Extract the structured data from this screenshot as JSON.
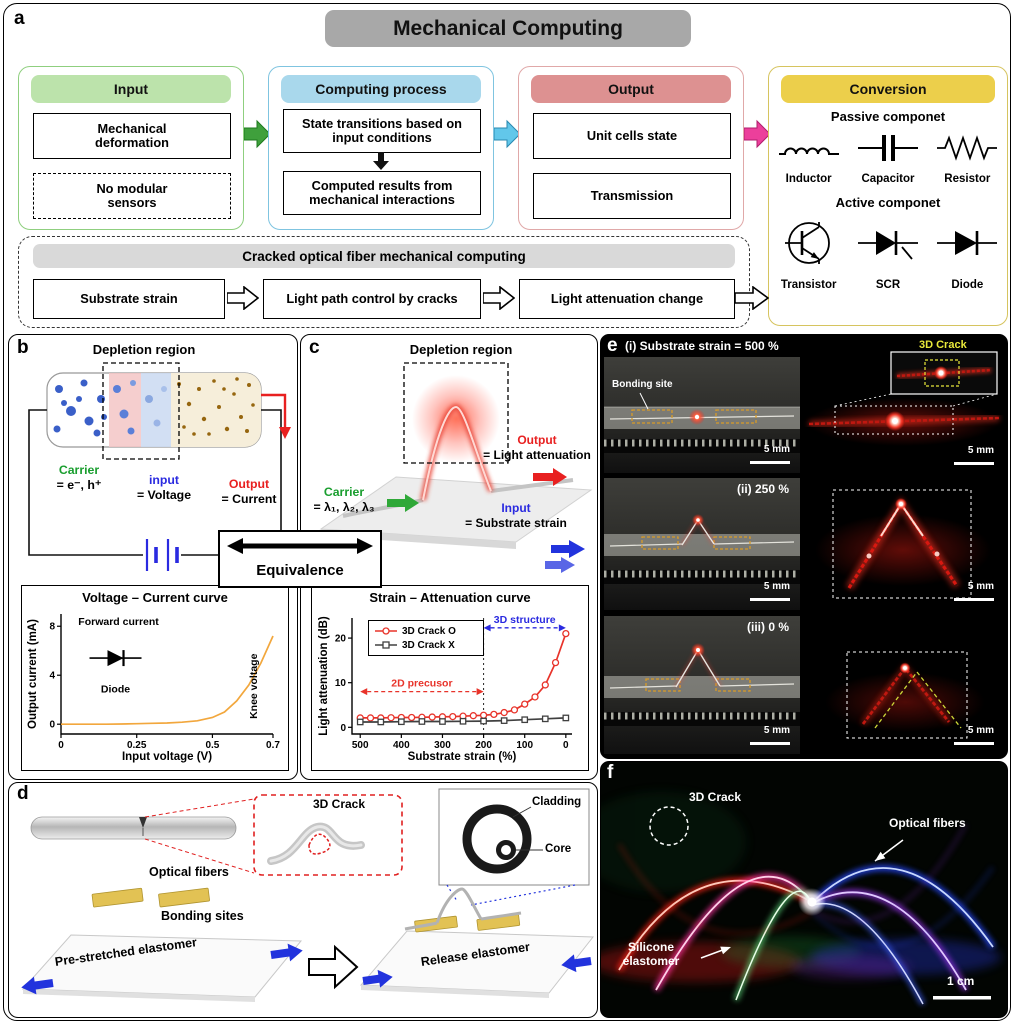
{
  "colors": {
    "title_bar": "#a8a8a8",
    "input_fill": "#bce3ab",
    "input_border": "#8fcf7f",
    "computing_fill": "#a9d8ec",
    "computing_border": "#7fc4e0",
    "output_fill": "#dd9191",
    "output_border": "#e0a8a8",
    "conversion_fill": "#eccf4b",
    "conversion_border": "#d6c45f",
    "crack_fill": "#d9d9d9",
    "arrow_green": "#3fa03c",
    "arrow_blue": "#62c7ea",
    "arrow_pink": "#ec3f9b",
    "carrier_green": "#1a9e2f",
    "voltage_blue": "#2a2ae0",
    "current_red": "#e82020",
    "diode_curve": "#f2a73d",
    "series_red": "#e8332a",
    "series_black": "#404040",
    "bonding_yellow": "#e2c254",
    "crack_red": "#e02020",
    "crack_yellow_label": "#e8e83a"
  },
  "panel_a": {
    "tag": "a",
    "title": "Mechanical Computing",
    "input": {
      "header": "Input",
      "box1": "Mechanical deformation",
      "box2": "No modular sensors"
    },
    "computing": {
      "header": "Computing process",
      "box1": "State transitions based on input conditions",
      "box2": "Computed results from mechanical interactions"
    },
    "output": {
      "header": "Output",
      "box1": "Unit cells state",
      "box2": "Transmission"
    },
    "conversion": {
      "header": "Conversion",
      "passive_title": "Passive componet",
      "passive": [
        "Inductor",
        "Capacitor",
        "Resistor"
      ],
      "active_title": "Active componet",
      "active": [
        "Transistor",
        "SCR",
        "Diode"
      ]
    },
    "crack": {
      "header": "Cracked optical fiber mechanical computing",
      "box1": "Substrate strain",
      "box2": "Light path control by cracks",
      "box3": "Light attenuation change"
    }
  },
  "panel_b": {
    "tag": "b",
    "depletion_label": "Depletion region",
    "carrier_label": "Carrier",
    "carrier_value": "= e⁻, h⁺",
    "input_label": "input",
    "input_value": "= Voltage",
    "output_label": "Output",
    "output_value": "= Current"
  },
  "equivalence_label": "Equivalence",
  "panel_c": {
    "tag": "c",
    "depletion_label": "Depletion region",
    "carrier_label": "Carrier",
    "carrier_value": "= λ₁, λ₂, λ₃",
    "output_label": "Output",
    "output_value": "= Light attenuation",
    "input_label": "Input",
    "input_value": "= Substrate strain"
  },
  "panel_d": {
    "tag": "d",
    "crack_label": "3D Crack",
    "cladding_label": "Cladding",
    "core_label": "Core",
    "fibers_label": "Optical fibers",
    "bonding_label": "Bonding sites",
    "prestretch_label": "Pre-stretched elastomer",
    "release_label": "Release elastomer"
  },
  "panel_e": {
    "tag": "e",
    "caption_1": "(i) Substrate strain = 500 %",
    "caption_2": "(ii) 250 %",
    "caption_3": "(iii) 0 %",
    "bonding_note": "Bonding site",
    "crack_note": "3D Crack",
    "scale": "5 mm"
  },
  "panel_f": {
    "tag": "f",
    "crack_label": "3D Crack",
    "fibers_label": "Optical fibers",
    "elastomer_label": "Silicone elastomer",
    "scale": "1 cm"
  },
  "chart_data": [
    {
      "id": "chart-b",
      "type": "line",
      "title": "Voltage – Current curve",
      "xlabel": "Input voltage (V)",
      "ylabel": "Output current (mA)",
      "xlim": [
        0,
        0.7
      ],
      "ylim": [
        -0.8,
        9
      ],
      "xticks": [
        0,
        0.25,
        0.5,
        0.7
      ],
      "yticks": [
        0,
        4,
        8
      ],
      "grid": false,
      "series": [
        {
          "name": "Diode forward current",
          "color": "#f2a73d",
          "x": [
            0,
            0.05,
            0.1,
            0.15,
            0.2,
            0.25,
            0.3,
            0.35,
            0.4,
            0.45,
            0.5,
            0.54,
            0.58,
            0.62,
            0.66,
            0.7
          ],
          "y": [
            0,
            0,
            0,
            0,
            0.02,
            0.04,
            0.07,
            0.1,
            0.16,
            0.28,
            0.55,
            1.0,
            1.9,
            3.2,
            5.0,
            7.2
          ]
        }
      ],
      "annotations": [
        {
          "text": "Forward current",
          "x": 0.19,
          "y": 8.1
        },
        {
          "text": "Diode",
          "x": 0.18,
          "y": 2.6
        },
        {
          "text": "Knee voltage",
          "x": 0.648,
          "y": 3.1,
          "rotate": -90
        }
      ],
      "glyph": {
        "type": "diode",
        "x": 0.18,
        "y": 5.4
      }
    },
    {
      "id": "chart-c",
      "type": "line",
      "title": "Strain – Attenuation curve",
      "xlabel": "Substrate strain (%)",
      "ylabel": "Light attenuation (dB)",
      "xlim": [
        520,
        -15
      ],
      "ylim": [
        -1.5,
        24.5
      ],
      "xticks": [
        500,
        400,
        300,
        200,
        100,
        0
      ],
      "yticks": [
        0,
        10,
        20
      ],
      "grid": false,
      "legend": [
        {
          "label": "3D Crack O",
          "color": "#e8332a",
          "marker": "circle"
        },
        {
          "label": "3D Crack X",
          "color": "#404040",
          "marker": "square"
        }
      ],
      "vline_x": 200,
      "regions": [
        {
          "label": "2D precusor",
          "from": 500,
          "to": 200,
          "y": 8,
          "color": "#e8332a"
        },
        {
          "label": "3D structure",
          "from": 200,
          "to": 0,
          "y": 22.3,
          "color": "#2a2ae0"
        }
      ],
      "series": [
        {
          "name": "3D Crack O",
          "color": "#e8332a",
          "marker": "circle",
          "x": [
            500,
            475,
            450,
            425,
            400,
            375,
            350,
            325,
            300,
            275,
            250,
            225,
            200,
            175,
            150,
            125,
            100,
            75,
            50,
            25,
            0
          ],
          "y": [
            2.1,
            2.1,
            2.1,
            2.15,
            2.2,
            2.2,
            2.25,
            2.3,
            2.35,
            2.4,
            2.5,
            2.6,
            2.7,
            2.9,
            3.3,
            3.9,
            5.2,
            6.8,
            9.5,
            14.5,
            21.0
          ]
        },
        {
          "name": "3D Crack X",
          "color": "#404040",
          "marker": "square",
          "x": [
            500,
            450,
            400,
            350,
            300,
            250,
            200,
            150,
            100,
            50,
            0
          ],
          "y": [
            1.2,
            1.2,
            1.25,
            1.3,
            1.3,
            1.35,
            1.4,
            1.5,
            1.7,
            1.9,
            2.1
          ]
        }
      ]
    }
  ]
}
